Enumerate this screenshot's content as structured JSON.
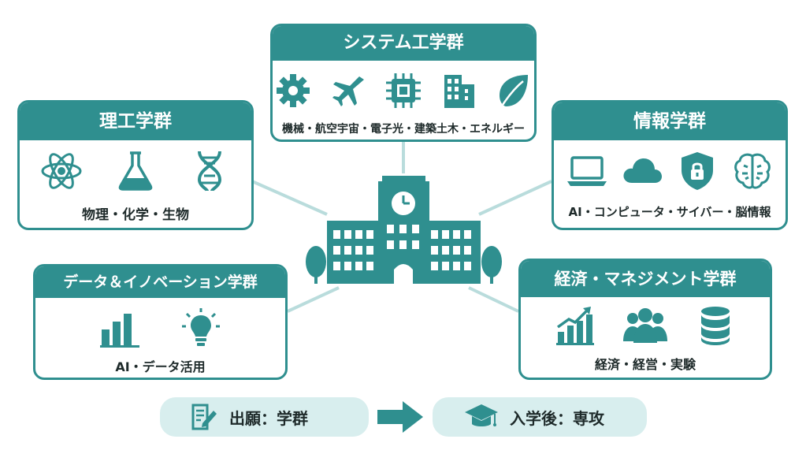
{
  "center": {
    "icon": "university-building-icon"
  },
  "colors": {
    "primary": "#2f8f8f",
    "light": "#d8eeee",
    "line": "#b9dcdc"
  },
  "groups": {
    "system": {
      "title": "システム工学群",
      "caption": "機械・航空宇宙・電子光・建築土木・エネルギー",
      "icons": [
        "gear-icon",
        "airplane-icon",
        "chip-icon",
        "building-icon",
        "leaf-icon"
      ]
    },
    "science": {
      "title": "理工学群",
      "caption": "物理・化学・生物",
      "icons": [
        "atom-icon",
        "flask-icon",
        "dna-icon"
      ]
    },
    "info": {
      "title": "情報学群",
      "caption": "AI・コンピュータ・サイバー・脳情報",
      "icons": [
        "laptop-icon",
        "cloud-icon",
        "shield-lock-icon",
        "brain-icon"
      ]
    },
    "data": {
      "title": "データ＆イノベーション学群",
      "caption": "AI・データ活用",
      "icons": [
        "bar-chart-icon",
        "lightbulb-icon"
      ]
    },
    "econ": {
      "title": "経済・マネジメント学群",
      "caption": "経済・経営・実験",
      "icons": [
        "growth-chart-icon",
        "people-icon",
        "database-icon"
      ]
    }
  },
  "flow": {
    "step1": {
      "label": "出願：学群",
      "icon": "document-pen-icon"
    },
    "step2": {
      "label": "入学後：専攻",
      "icon": "graduation-cap-icon"
    },
    "arrow": "right-arrow-icon"
  }
}
